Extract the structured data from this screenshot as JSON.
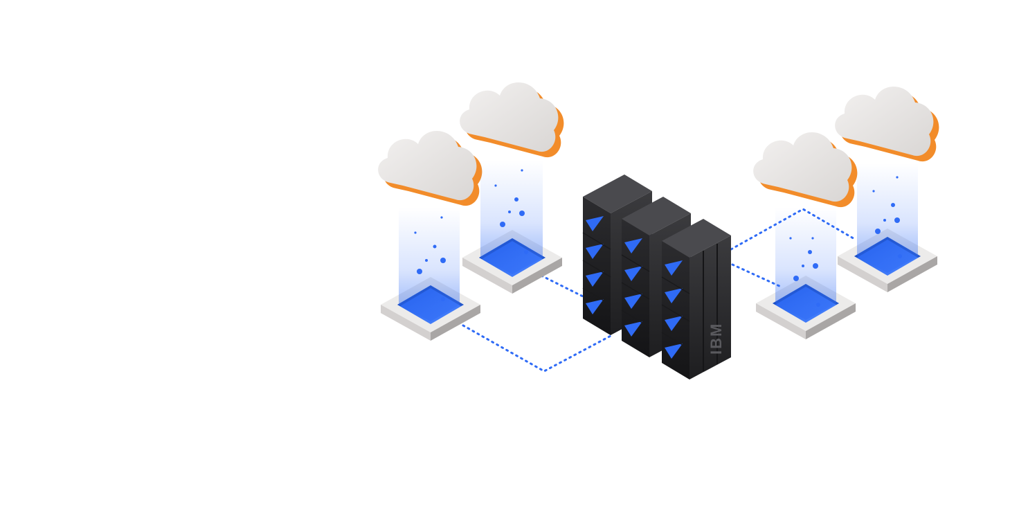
{
  "illustration": {
    "clouds": [
      {
        "name": "cloud-1"
      },
      {
        "name": "cloud-2"
      },
      {
        "name": "cloud-3"
      },
      {
        "name": "cloud-4"
      }
    ],
    "platforms": [
      {
        "name": "platform-1"
      },
      {
        "name": "platform-2"
      },
      {
        "name": "platform-3"
      },
      {
        "name": "platform-4"
      }
    ],
    "server_racks": [
      {
        "name": "server-rack-1"
      },
      {
        "name": "server-rack-2"
      },
      {
        "name": "server-rack-3"
      }
    ],
    "logo_text": "IBM",
    "colors": {
      "cloud_face": "#e9e6e4",
      "cloud_edge": "#f28c2a",
      "platform_top": "#ecebea",
      "platform_side": "#bfbcbb",
      "beam": "#2f6bf6",
      "rack_dark": "#2b2b2d",
      "rack_face": "#3a3a3c",
      "rack_accent": "#2f6bf6",
      "dotted_line": "#2f6bf6"
    }
  }
}
